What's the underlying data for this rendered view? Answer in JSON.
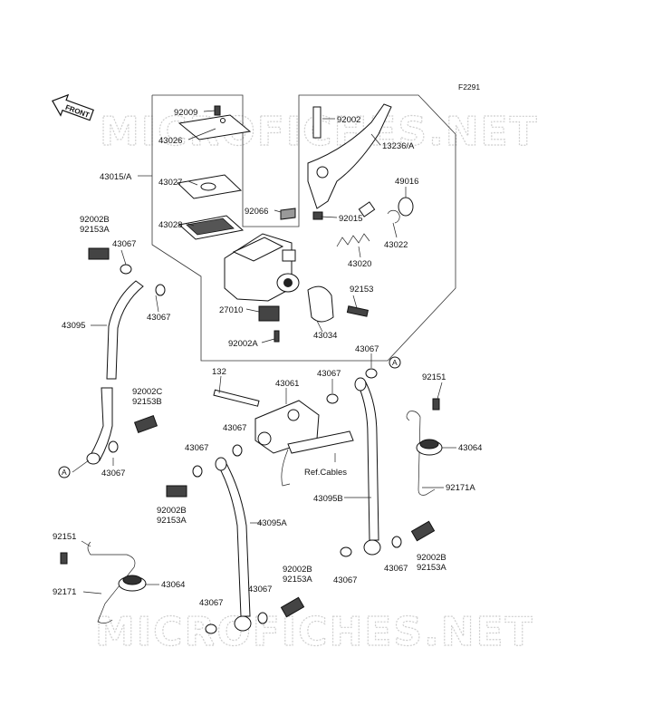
{
  "diagram": {
    "figure_code": "F2291",
    "front_label": "FRONT",
    "watermark": "MICROFICHES.NET",
    "ref_note": "Ref.Cables",
    "callout_a": "A",
    "labels": {
      "p92009": "92009",
      "p43026": "43026",
      "p43015a": "43015/A",
      "p43027": "43027",
      "p43028": "43028",
      "p92002_top": "92002",
      "p13236a": "13236/A",
      "p49016": "49016",
      "p92066": "92066",
      "p92015": "92015",
      "p43022": "43022",
      "p43020": "43020",
      "p92153_top": "92153",
      "p27010": "27010",
      "p43034": "43034",
      "p92002a": "92002A",
      "p92002b_l1": "92002B",
      "p92153a_l1": "92153A",
      "p43067_a": "43067",
      "p43067_b": "43067",
      "p43095": "43095",
      "p92002c": "92002C",
      "p92153b": "92153B",
      "p43067_c": "43067",
      "p132": "132",
      "p43061": "43061",
      "p43067_d": "43067",
      "p43067_e": "43067",
      "p43067_f": "43067",
      "p43067_g": "43067",
      "p92151_r": "92151",
      "p43064_r": "43064",
      "p92171a": "92171A",
      "p43095b": "43095B",
      "p92002b_l2": "92002B",
      "p92153a_l2": "92153A",
      "p43095a": "43095A",
      "p92151_l": "92151",
      "p92171": "92171",
      "p43064_l": "43064",
      "p43067_h": "43067",
      "p43067_i": "43067",
      "p92002b_l3": "92002B",
      "p92153a_l3": "92153A",
      "p43067_j": "43067",
      "p43067_k": "43067",
      "p92002b_l4": "92002B",
      "p92153a_l4": "92153A"
    }
  }
}
